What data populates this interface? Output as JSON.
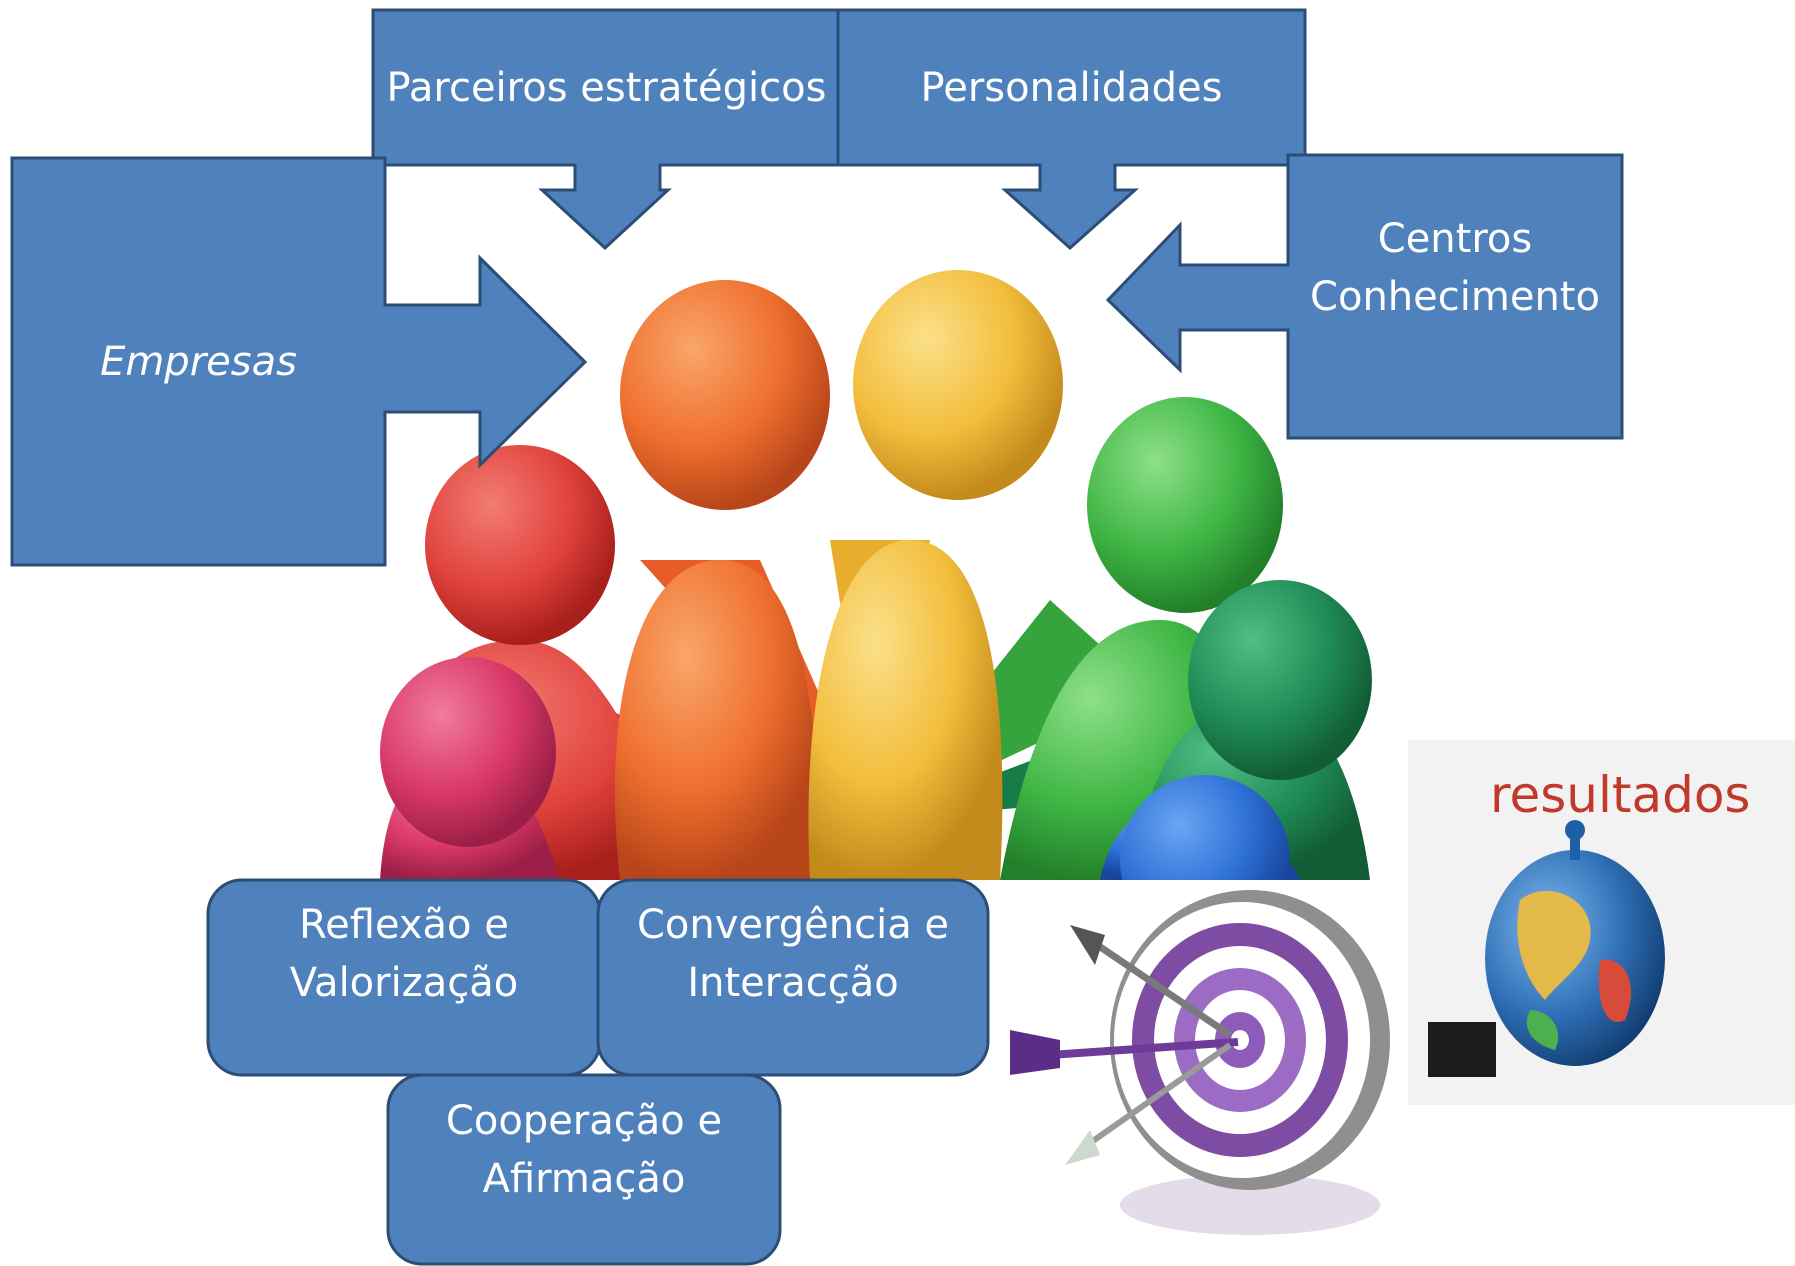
{
  "arrows": {
    "parceiros": "Parceiros estratégicos",
    "personalidades": "Personalidades",
    "empresas": "Empresas",
    "centros_line1": "Centros",
    "centros_line2": "Conhecimento"
  },
  "boxes": {
    "reflexao_line1": "Reflexão e",
    "reflexao_line2": "Valorização",
    "convergencia_line1": "Convergência e",
    "convergencia_line2": "Interacção",
    "cooperacao_line1": "Cooperação e",
    "cooperacao_line2": "Afirmação"
  },
  "images": {
    "team": "team-figures-illustration",
    "target": "target-arrows-illustration",
    "globe": "globe-results-illustration",
    "globe_caption": "resultados"
  },
  "colors": {
    "box_fill": "#4f81bd",
    "box_border": "#2c4d75",
    "results_text": "#c0392b"
  }
}
